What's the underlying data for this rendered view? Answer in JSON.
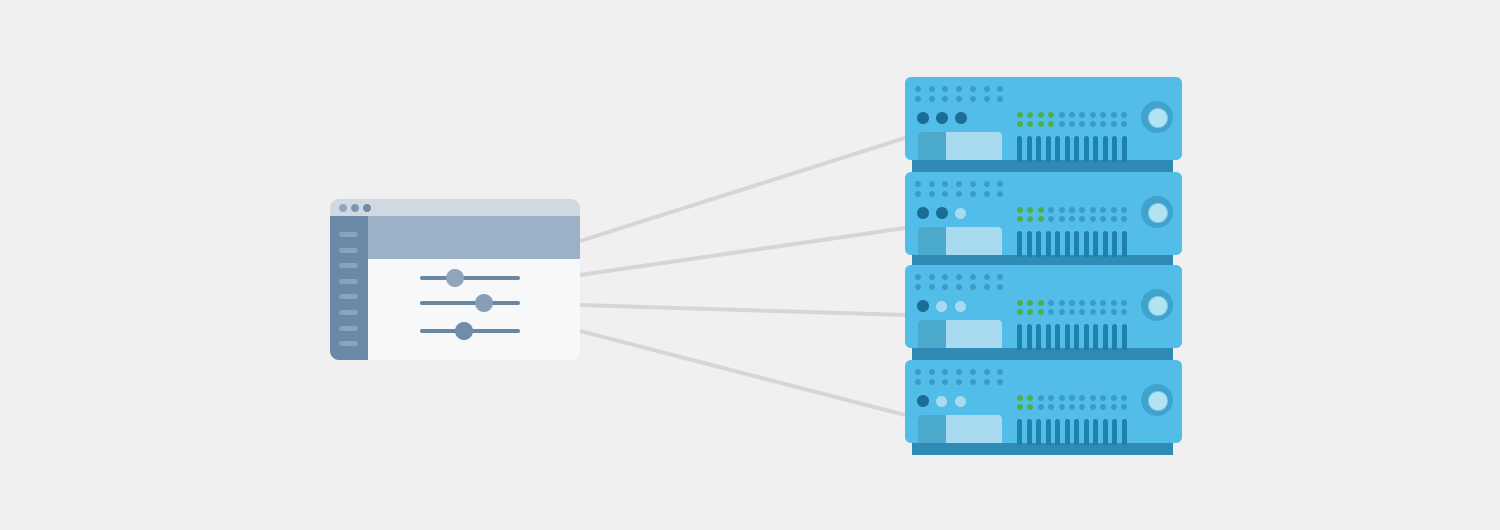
{
  "diagram": {
    "background": "#f0f0f0",
    "connector_color": "#d6d6d6",
    "control_panel": {
      "titlebar_dots": [
        "#8ea5bb",
        "#7d97b0",
        "#6d8aa6"
      ],
      "sidebar_item_count": 8,
      "sliders": [
        {
          "name": "slider-1",
          "level": 0.35,
          "knob_color": "#8ea5bb"
        },
        {
          "name": "slider-2",
          "level": 0.64,
          "knob_color": "#869fb7"
        },
        {
          "name": "slider-3",
          "level": 0.44,
          "knob_color": "#6f8ca9"
        }
      ]
    },
    "servers": [
      {
        "name": "server-1",
        "status_leds_active": 3,
        "green_columns": 4
      },
      {
        "name": "server-2",
        "status_leds_active": 2,
        "green_columns": 3
      },
      {
        "name": "server-3",
        "status_leds_active": 1,
        "green_columns": 3
      },
      {
        "name": "server-4",
        "status_leds_active": 1,
        "green_columns": 2
      }
    ],
    "colors": {
      "led_active": "#1a6d95",
      "led_inactive": "#a8dbf0",
      "grid_led_green": "#4bb04a",
      "grid_led_blue": "#3a9ac8"
    }
  }
}
